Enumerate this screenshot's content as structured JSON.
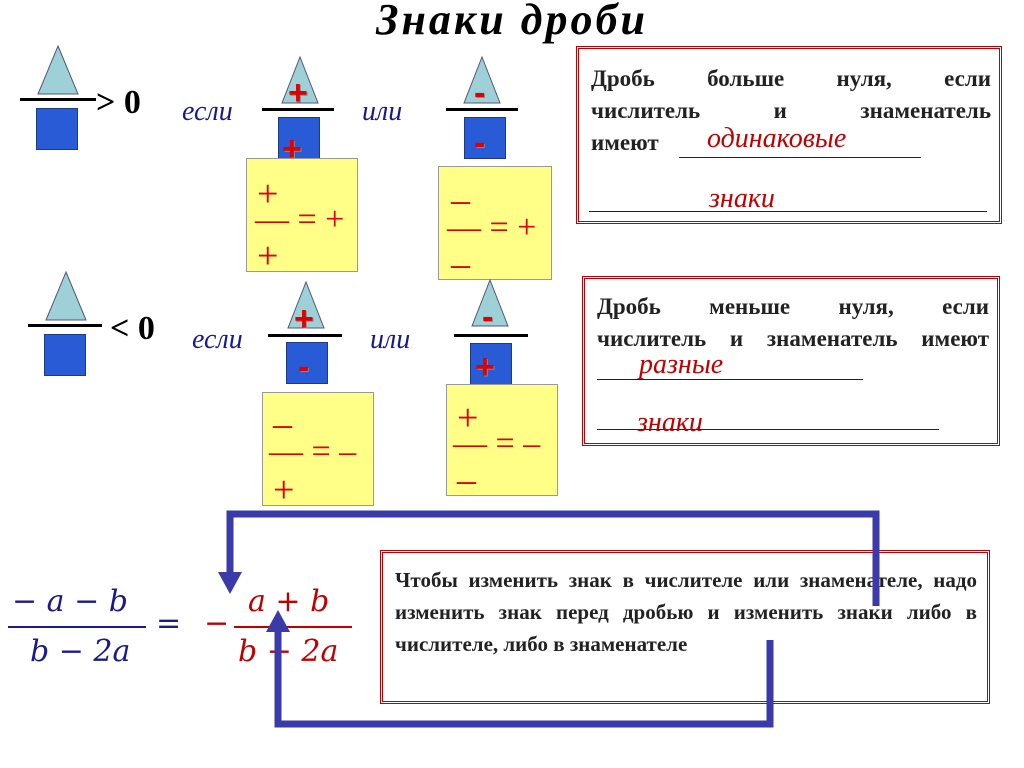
{
  "title": "Знаки дроби",
  "rule_positive": {
    "comparison": "> 0",
    "if_word": "если",
    "or_word": "или",
    "case1": {
      "numerator": "+",
      "denominator": "+",
      "box_top": "+",
      "box_eq": "— = +",
      "box_bottom": "+"
    },
    "case2": {
      "numerator": "-",
      "denominator": "-",
      "box_top": "–",
      "box_eq": "— = +",
      "box_bottom": "–"
    },
    "statement_lines": [
      "Дробь больше нуля, если",
      "числитель и знаменатель",
      "имеют"
    ],
    "answer1": "одинаковые",
    "answer2": "знаки"
  },
  "rule_negative": {
    "comparison": "< 0",
    "if_word": "если",
    "or_word": "или",
    "case1": {
      "numerator": "+",
      "denominator": "-",
      "box_top": "–",
      "box_eq": "— = –",
      "box_bottom": "+"
    },
    "case2": {
      "numerator": "-",
      "denominator": "+",
      "box_top": "+",
      "box_eq": "— = –",
      "box_bottom": "–"
    },
    "statement_lines": [
      "Дробь меньше нуля, если",
      "числитель и знаменатель имеют"
    ],
    "answer1": "разные",
    "answer2": "знаки"
  },
  "example": {
    "left_num": "− a − b",
    "left_den": "b − 2a",
    "equals": "=",
    "minus": "−",
    "right_num": "a + b",
    "right_den": "b − 2a"
  },
  "rule_change": "Чтобы изменить знак в числителе или знаменателе, надо изменить знак перед дробью и изменить знаки либо в числителе, либо в знаменателе",
  "colors": {
    "blue_square": "#2a5bd7",
    "triangle": "#9ed0d8",
    "sign_red": "#e00000",
    "box_yellow": "#ffff88",
    "frame_red": "#c00000",
    "arrow_blue": "#3a3aa8"
  }
}
